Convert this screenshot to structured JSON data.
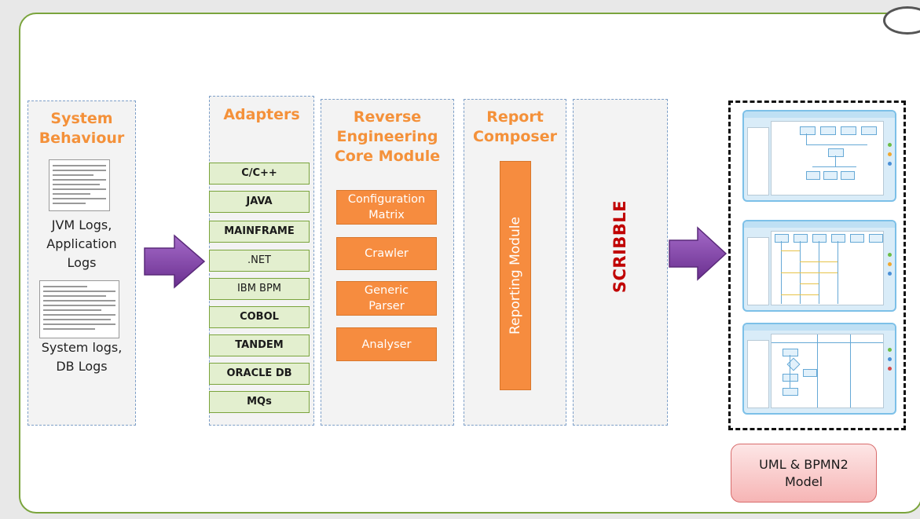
{
  "system_behaviour": {
    "title_line1": "System",
    "title_line2": "Behaviour",
    "jvm_line1": "JVM  Logs,",
    "jvm_line2": "Application",
    "jvm_line3": "Logs",
    "sys_line1": "System logs,",
    "sys_line2": "DB Logs"
  },
  "adapters": {
    "title": "Adapters",
    "items": [
      "C/C++",
      "JAVA",
      "MAINFRAME",
      ".NET",
      "IBM BPM",
      "COBOL",
      "TANDEM",
      "ORACLE  DB",
      "MQs"
    ]
  },
  "core_module": {
    "title_line1": "Reverse",
    "title_line2": "Engineering",
    "title_line3": "Core Module",
    "boxes": [
      {
        "line1": "Configuration",
        "line2": "Matrix"
      },
      {
        "line1": "Crawler",
        "line2": ""
      },
      {
        "line1": "Generic",
        "line2": "Parser"
      },
      {
        "line1": "Analyser",
        "line2": ""
      }
    ]
  },
  "report_composer": {
    "title_line1": "Report",
    "title_line2": "Composer",
    "module": "Reporting Module"
  },
  "scribble": {
    "label": "SCRIBBLE"
  },
  "output": {
    "model_line1": "UML & BPMN2",
    "model_line2": "Model"
  },
  "colors": {
    "frame_border": "#7aa43c",
    "title_orange": "#f4913a",
    "box_orange": "#f68c3f",
    "adapter_fill": "#e3efcf",
    "scribble_red": "#c00000",
    "arrow_purple": "#7b3f9e",
    "model_fill": "#f6b5b5"
  }
}
